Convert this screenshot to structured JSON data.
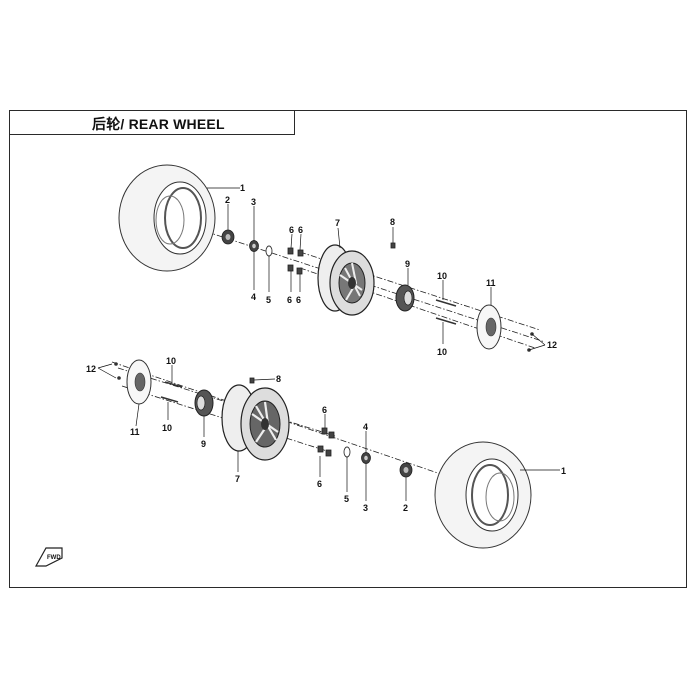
{
  "title": "后轮/ REAR WHEEL",
  "direction_badge": "FWD",
  "callouts_upper": [
    {
      "id": "u1",
      "label": "1"
    },
    {
      "id": "u2",
      "label": "2"
    },
    {
      "id": "u3",
      "label": "3"
    },
    {
      "id": "u4",
      "label": "4"
    },
    {
      "id": "u5",
      "label": "5"
    },
    {
      "id": "u6a",
      "label": "6"
    },
    {
      "id": "u6b",
      "label": "6"
    },
    {
      "id": "u6c",
      "label": "6"
    },
    {
      "id": "u6d",
      "label": "6"
    },
    {
      "id": "u7",
      "label": "7"
    },
    {
      "id": "u8",
      "label": "8"
    },
    {
      "id": "u9",
      "label": "9"
    },
    {
      "id": "u10a",
      "label": "10"
    },
    {
      "id": "u10b",
      "label": "10"
    },
    {
      "id": "u11",
      "label": "11"
    },
    {
      "id": "u12",
      "label": "12"
    }
  ],
  "callouts_lower": [
    {
      "id": "l12",
      "label": "12"
    },
    {
      "id": "l10a",
      "label": "10"
    },
    {
      "id": "l10b",
      "label": "10"
    },
    {
      "id": "l11",
      "label": "11"
    },
    {
      "id": "l9",
      "label": "9"
    },
    {
      "id": "l8",
      "label": "8"
    },
    {
      "id": "l7",
      "label": "7"
    },
    {
      "id": "l6a",
      "label": "6"
    },
    {
      "id": "l6b",
      "label": "6"
    },
    {
      "id": "l4",
      "label": "4"
    },
    {
      "id": "l5",
      "label": "5"
    },
    {
      "id": "l3",
      "label": "3"
    },
    {
      "id": "l2",
      "label": "2"
    },
    {
      "id": "l1",
      "label": "1"
    }
  ]
}
